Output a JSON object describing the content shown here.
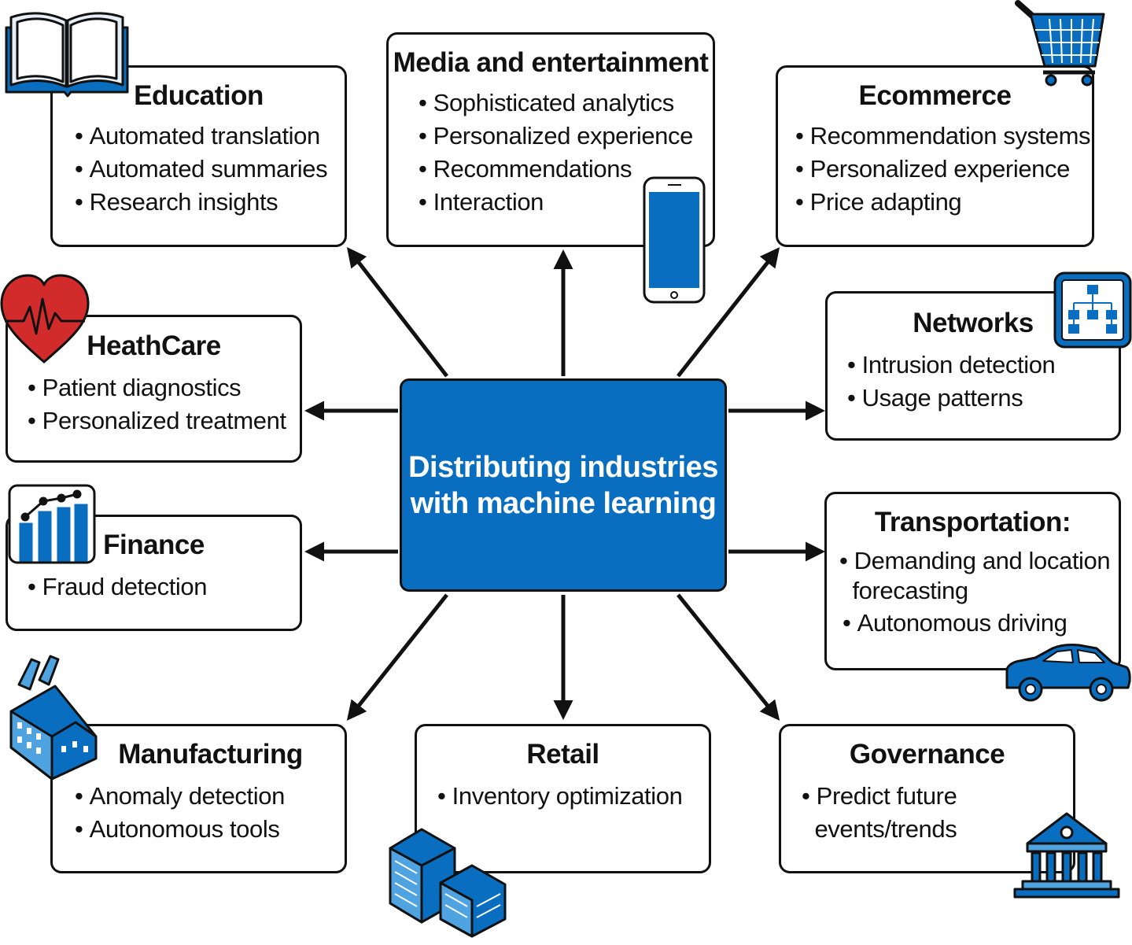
{
  "center": {
    "line1": "Distributing industries",
    "line2": "with machine learning"
  },
  "boxes": {
    "education": {
      "title": "Education",
      "items": [
        "Automated translation",
        "Automated summaries",
        "Research insights"
      ]
    },
    "media": {
      "title": "Media and entertainment",
      "items": [
        "Sophisticated analytics",
        "Personalized experience",
        "Recommendations",
        "Interaction"
      ]
    },
    "ecommerce": {
      "title": "Ecommerce",
      "items": [
        "Recommendation systems",
        "Personalized experience",
        "Price adapting"
      ]
    },
    "healthcare": {
      "title": "HeathCare",
      "items": [
        "Patient diagnostics",
        "Personalized treatment"
      ]
    },
    "networks": {
      "title": "Networks",
      "items": [
        "Intrusion detection",
        "Usage patterns"
      ]
    },
    "finance": {
      "title": "Finance",
      "items": [
        "Fraud detection"
      ]
    },
    "transportation": {
      "title": "Transportation:",
      "items": [
        "Demanding and location",
        "forecasting",
        "Autonomous driving"
      ]
    },
    "manufacturing": {
      "title": "Manufacturing",
      "items": [
        "Anomaly detection",
        "Autonomous tools"
      ]
    },
    "retail": {
      "title": "Retail",
      "items": [
        "Inventory optimization"
      ]
    },
    "governance": {
      "title": "Governance",
      "items": [
        "Predict future",
        "events/trends"
      ]
    }
  },
  "icons": {
    "education": "book-icon",
    "media": "smartphone-icon",
    "ecommerce": "shopping-cart-icon",
    "healthcare": "heartbeat-icon",
    "networks": "network-hierarchy-icon",
    "finance": "bar-chart-icon",
    "transportation": "car-icon",
    "manufacturing": "factory-icon",
    "retail": "office-building-icon",
    "governance": "government-building-icon"
  },
  "colors": {
    "accent": "#0a6ec0",
    "accent_light": "#4fa3e0",
    "heart": "#d22b2b",
    "outline": "#111111",
    "text_on_accent": "#ffffff"
  }
}
